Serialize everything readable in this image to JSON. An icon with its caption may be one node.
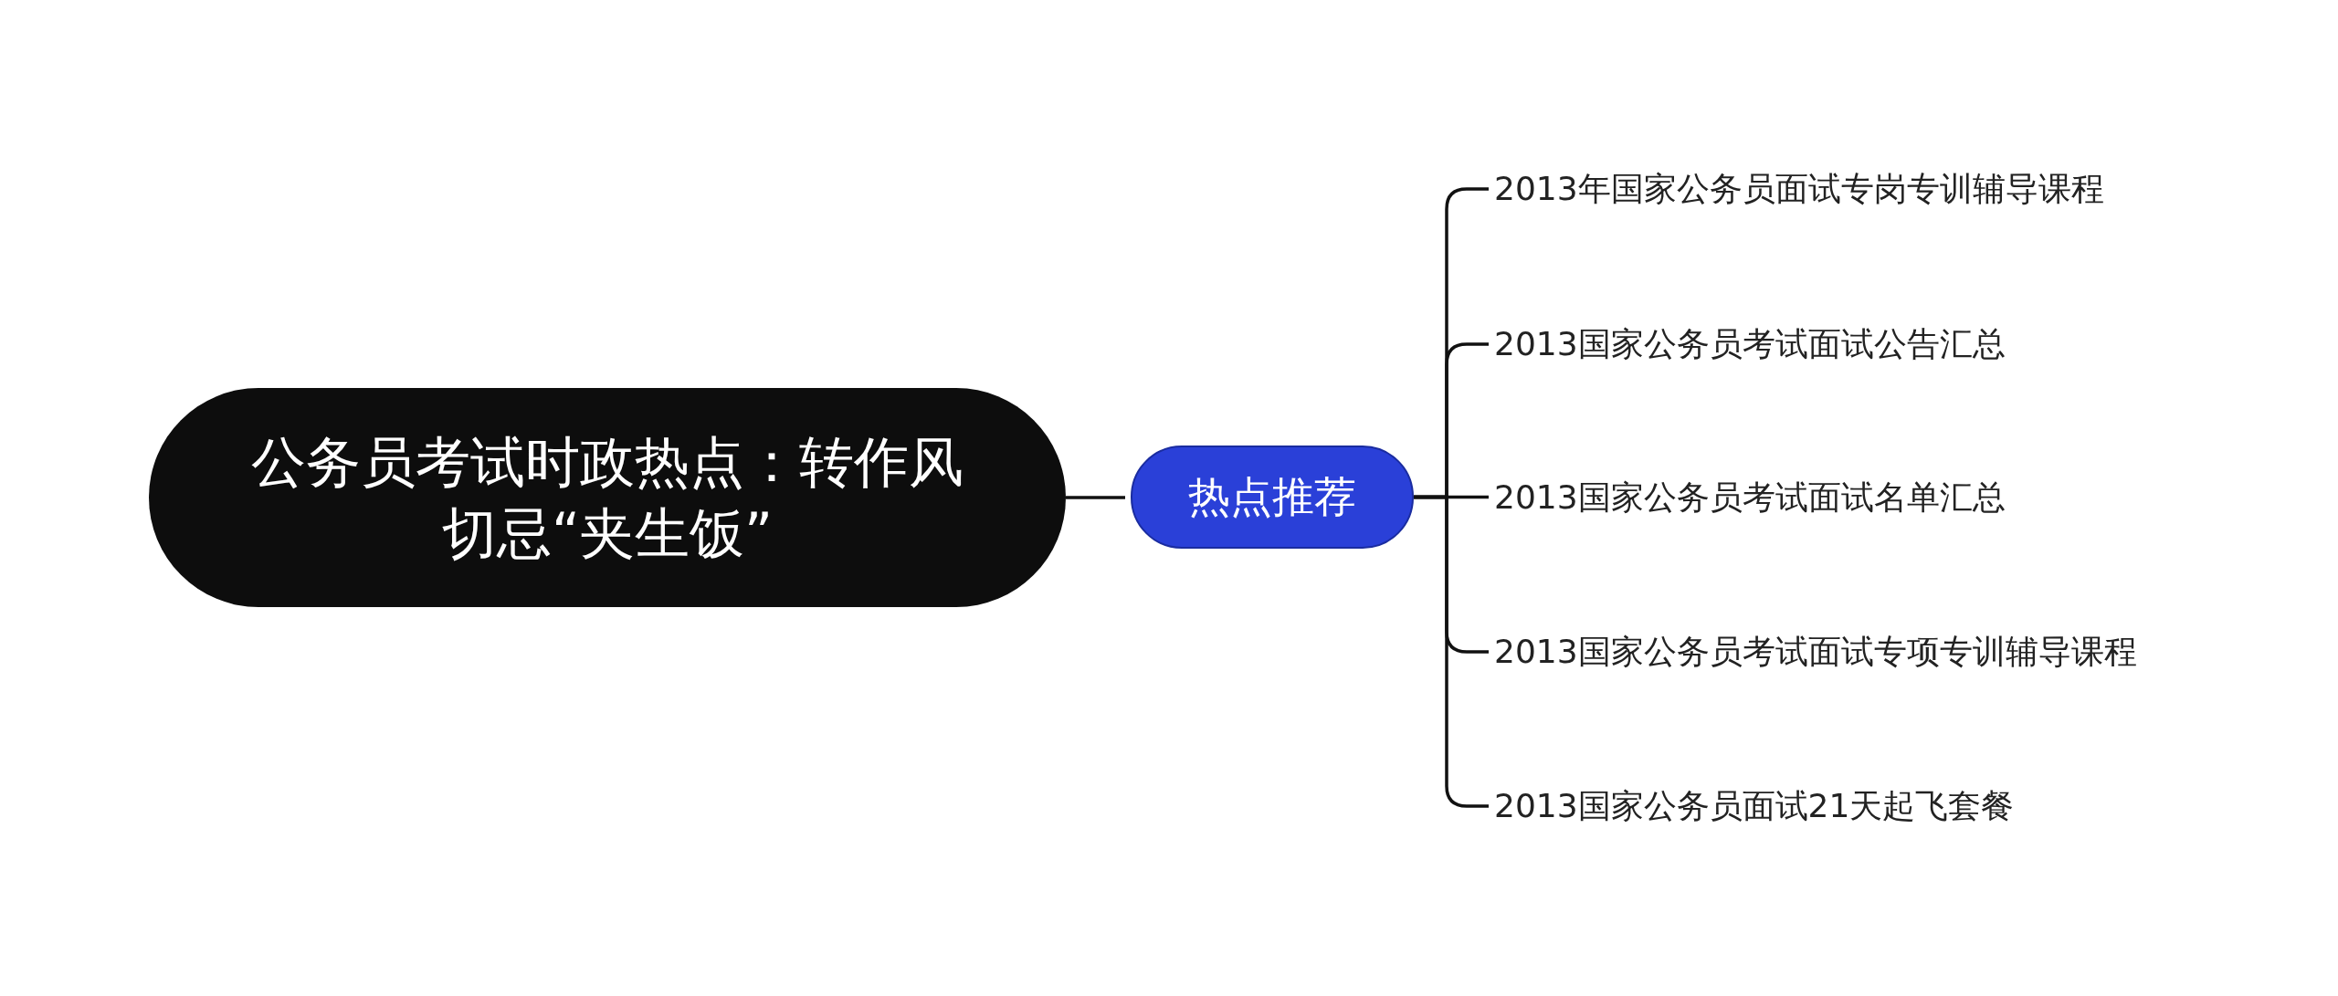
{
  "diagram": {
    "nodes": [
      {
        "text": [
          "公务员考试时政热点：转作风切忌“夹生饭”"
        ]
      },
      {
        "text": [
          "热点推荐"
        ]
      },
      {
        "text": [
          "2013年国家公务员面试专岗专训辅导课程"
        ]
      },
      {
        "text": [
          "2013国家公务员考试面试公告汇总"
        ]
      },
      {
        "text": [
          "2013国家公务员考试面试名单汇总"
        ]
      },
      {
        "text": [
          "2013国家公务员考试面试专项专训辅导课程"
        ]
      },
      {
        "text": [
          "2013国家公务员面试21天起飞套餐"
        ]
      }
    ],
    "edges": [
      {
        "from": 0,
        "to": 1,
        "arrow": "none"
      },
      {
        "from": 1,
        "to": 2,
        "arrow": "none"
      },
      {
        "from": 1,
        "to": 3,
        "arrow": "none"
      },
      {
        "from": 1,
        "to": 4,
        "arrow": "none"
      },
      {
        "from": 1,
        "to": 5,
        "arrow": "none"
      },
      {
        "from": 1,
        "to": 6,
        "arrow": "none"
      }
    ]
  }
}
